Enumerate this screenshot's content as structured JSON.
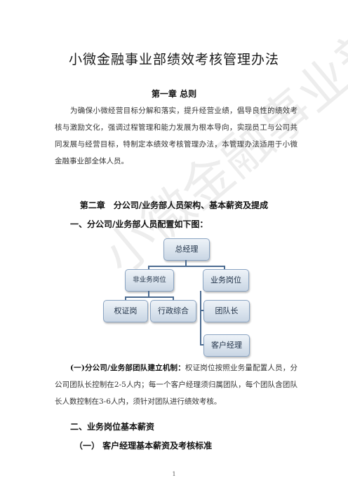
{
  "doc": {
    "title": "小微金融事业部绩效考核管理办法",
    "chapter1": {
      "heading": "第一章 总则",
      "paragraph": "为确保小微经营目标分解和落实，提升经营业绩，倡导良性的绩效考核与激励文化，强调过程管理和能力发展为根本导向，实现员工与公司共同发展与经营目标，特制定本绩效考核管理办法，本管理办法适用于小微金融事业部全体人员。"
    },
    "chapter2": {
      "heading": "第二章　分公司/业务部人员架构、基本薪资及提成",
      "section1": "一、分公司/业务部人员配置如下图：",
      "org_chart": {
        "root": "总经理",
        "left_branch": "非业务岗位",
        "right_branch": "业务岗位",
        "left_children": [
          "权证岗",
          "行政综合"
        ],
        "right_child": "团队长",
        "right_grandchild": "客户经理"
      },
      "team_rule_label": "(一)分公司/业务部团队建立机制：",
      "team_rule_text": "权证岗位按照业务量配置人员，分公司团队长控制在2-5人内；每一个客户经理须归属团队，每个团队含团队长人数控制在3-6人内，须针对团队进行绩效考核。",
      "section2": "二、业务岗位基本薪资",
      "subsection1": "（一） 客户经理基本薪资及考核标准"
    },
    "watermark": "小微金融事业部",
    "page_number": "1"
  }
}
